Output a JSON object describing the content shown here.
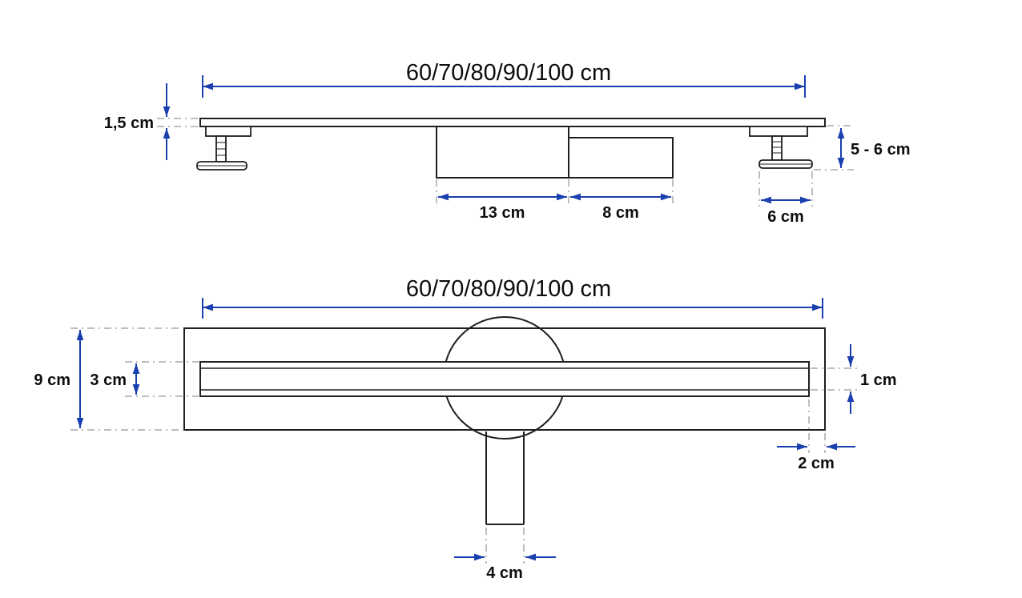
{
  "colors": {
    "dimension_blue": "#1a3fae",
    "line_dark": "#1f1f1f",
    "dash_gray": "#a9a9a9",
    "label_dark": "#0d0d0d",
    "background": "#ffffff"
  },
  "side_view": {
    "length_label": "60/70/80/90/100 cm",
    "grate_thickness_label": "1,5 cm",
    "install_depth_label": "5 - 6 cm",
    "siphon_box_label": "13 cm",
    "outlet_box_label": "8 cm",
    "foot_label": "6 cm"
  },
  "top_view": {
    "length_label": "60/70/80/90/100 cm",
    "flange_width_label": "9 cm",
    "grate_width_label": "3 cm",
    "slot_width_label": "1 cm",
    "edge_offset_label": "2 cm",
    "outlet_width_label": "4 cm"
  }
}
